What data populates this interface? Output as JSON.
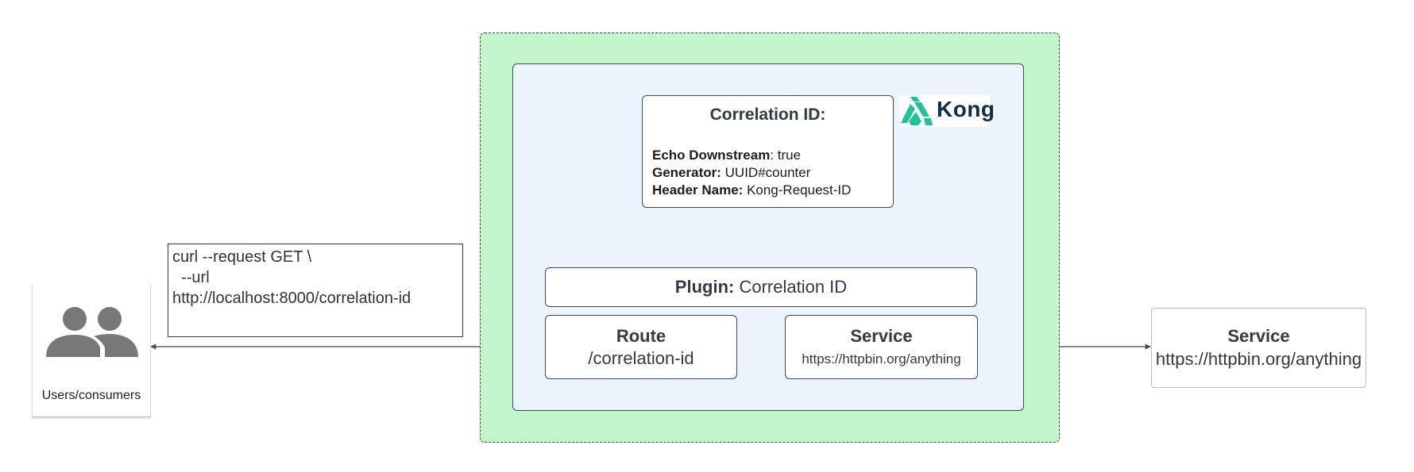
{
  "users": {
    "label": "Users/consumers"
  },
  "curl": {
    "lines": [
      "curl --request GET \\",
      "  --url",
      "http://localhost:8000/correlation-id"
    ]
  },
  "correlation_config": {
    "title": "Correlation ID:",
    "rows": [
      {
        "key": "Echo Downstream",
        "sep": ": ",
        "value": "true"
      },
      {
        "key": "Generator:",
        "sep": " ",
        "value": "UUID#counter"
      },
      {
        "key": "Header Name:",
        "sep": " ",
        "value": "Kong-Request-ID"
      }
    ]
  },
  "kong_logo": {
    "text": "Kong"
  },
  "plugin": {
    "prefix": "Plugin:",
    "name": "Correlation ID"
  },
  "route": {
    "title": "Route",
    "path": "/correlation-id"
  },
  "gateway_service": {
    "title": "Service",
    "url": "https://httpbin.org/anything"
  },
  "upstream_service": {
    "title": "Service",
    "url": "https://httpbin.org/anything"
  },
  "colors": {
    "gateway_outer_fill": "#c2f7c9",
    "gateway_inner_fill": "#ebf3fd",
    "stroke": "#3d4a55",
    "kong_teal": "#21c199",
    "kong_navy": "#0f2e4a",
    "user_icon": "#787878"
  }
}
